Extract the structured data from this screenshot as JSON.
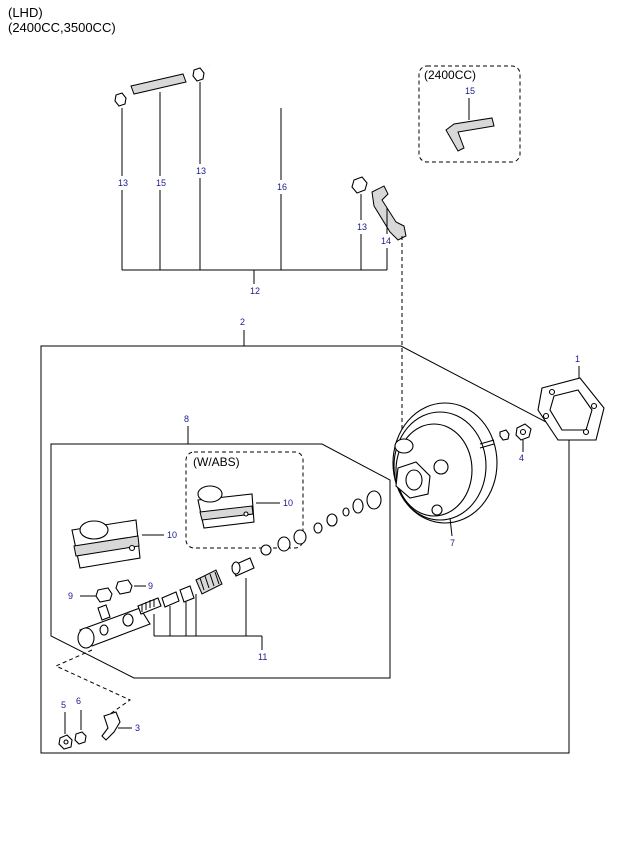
{
  "header": {
    "line1": "(LHD)",
    "line2": "(2400CC,3500CC)"
  },
  "insets": {
    "engine_variant": "(2400CC)",
    "abs_variant": "(W/ABS)"
  },
  "part_numbers": {
    "p1": "1",
    "p2": "2",
    "p3": "3",
    "p4": "4",
    "p5": "5",
    "p6": "6",
    "p7": "7",
    "p8": "8",
    "p9a": "9",
    "p9b": "9",
    "p10a": "10",
    "p10b": "10",
    "p11": "11",
    "p12": "12",
    "p13a": "13",
    "p13b": "13",
    "p13c": "13",
    "p14": "14",
    "p15a": "15",
    "p15b": "15",
    "p16": "16"
  },
  "colors": {
    "label": "#1a1a8c",
    "line": "#000000"
  }
}
